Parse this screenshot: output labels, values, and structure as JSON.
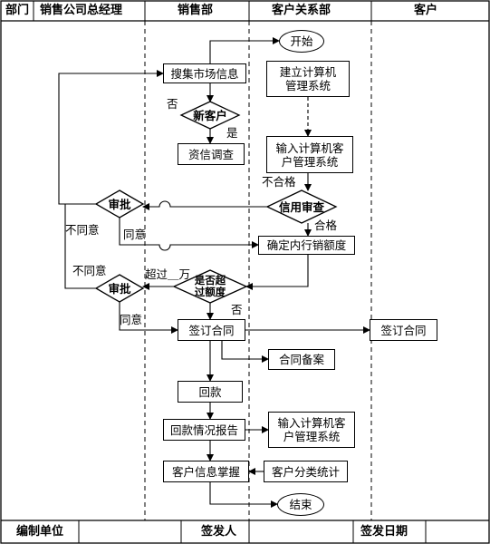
{
  "header": {
    "col0": "部门",
    "col1": "销售公司总经理",
    "col2": "销售部",
    "col3": "客户关系部",
    "col4": "客户"
  },
  "footer": {
    "unit": "编制单位",
    "signer": "签发人",
    "date": "签发日期"
  },
  "nodes": {
    "start": "开始",
    "collect_info": "搜集市场信息",
    "new_customer": "新客户",
    "credit_check": "资信调查",
    "build_system": "建立计算机\n管理系统",
    "input_system1": "输入计算机客\n户管理系统",
    "credit_review": "信用审查",
    "approve1": "审批",
    "set_limit": "确定内行销额度",
    "exceed": "是否超\n过额度",
    "approve2": "审批",
    "sign_contract": "签订合同",
    "customer_sign": "签订合同",
    "contract_filing": "合同备案",
    "payment": "回款",
    "payment_report": "回款情况报告",
    "input_system2": "输入计算机客\n户管理系统",
    "customer_info": "客户信息掌握",
    "classify_stats": "客户分类统计",
    "end": "结束"
  },
  "labels": {
    "no_new": "否",
    "yes_new": "是",
    "fail": "不合格",
    "pass": "合格",
    "disagree1": "不同意",
    "agree1": "同意",
    "disagree2": "不同意",
    "exceed_amount": "超过＿万",
    "no_exceed": "否",
    "agree2": "同意"
  }
}
